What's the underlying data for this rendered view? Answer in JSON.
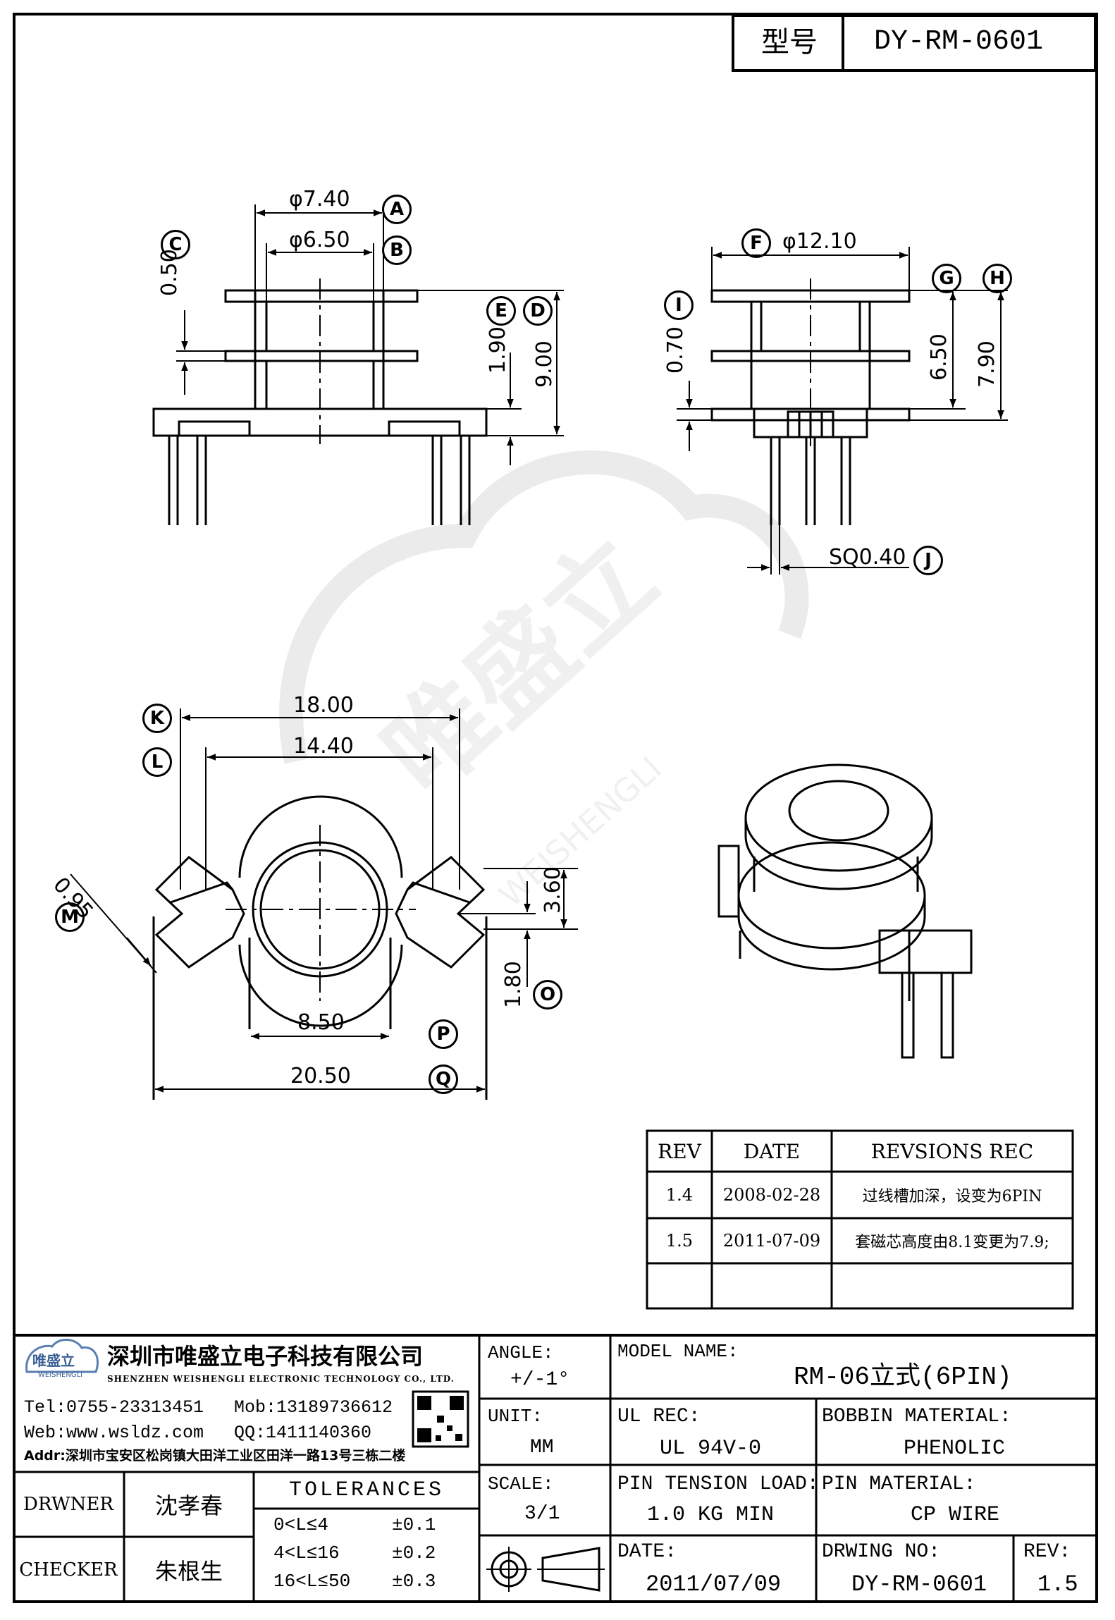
{
  "header": {
    "type_label": "型号",
    "model_number": "DY-RM-0601"
  },
  "drawing": {
    "top_view_dims": {
      "d_a": "φ7.40",
      "d_b": "φ6.50",
      "d_c": "0.50",
      "d_d": "9.00",
      "d_e": "1.90"
    },
    "side_view_dims": {
      "d_f": "φ12.10",
      "d_g": "6.50",
      "d_h": "7.90",
      "d_i": "0.70",
      "d_j": "SQ0.40"
    },
    "bottom_view_dims": {
      "d_k": "18.00",
      "d_l": "14.40",
      "d_m": "0.95",
      "d_o_upper": "3.60",
      "d_o": "1.80",
      "d_p": "8.50",
      "d_q": "20.50"
    },
    "markers": [
      "A",
      "B",
      "C",
      "D",
      "E",
      "F",
      "G",
      "H",
      "I",
      "J",
      "K",
      "L",
      "M",
      "O",
      "P",
      "Q"
    ],
    "watermark_cn": "唯盛立",
    "watermark_en": "WEISHENGLI"
  },
  "revisions": {
    "headers": [
      "REV",
      "DATE",
      "REVSIONS REC"
    ],
    "rows": [
      {
        "rev": "1.4",
        "date": "2008-02-28",
        "rec": "过线槽加深，设变为6PIN"
      },
      {
        "rev": "1.5",
        "date": "2011-07-09",
        "rec": "套磁芯高度由8.1变更为7.9;"
      },
      {
        "rev": "",
        "date": "",
        "rec": ""
      }
    ]
  },
  "company": {
    "logo_text": "唯盛立",
    "logo_sub": "WEISHENGLI",
    "name_cn": "深圳市唯盛立电子科技有限公司",
    "name_en": "SHENZHEN WEISHENGLI ELECTRONIC TECHNOLOGY CO., LTD.",
    "tel": "Tel:0755-23313451",
    "mob": "Mob:13189736612",
    "web": "Web:www.wsldz.com",
    "qq": "QQ:1411140360",
    "addr": "Addr:深圳市宝安区松岗镇大田洋工业区田洋一路13号三栋二楼"
  },
  "title_block": {
    "angle_label": "ANGLE:",
    "angle_value": "+/-1°",
    "model_label": "MODEL NAME:",
    "model_value": "RM-06立式(6PIN)",
    "unit_label": "UNIT:",
    "unit_value": "MM",
    "ul_label": "UL REC:",
    "ul_value": "UL 94V-0",
    "bobbin_label": "BOBBIN MATERIAL:",
    "bobbin_value": "PHENOLIC",
    "scale_label": "SCALE:",
    "scale_value": "3/1",
    "pin_tension_label": "PIN TENSION LOAD:",
    "pin_tension_value": "1.0 KG MIN",
    "pin_material_label": "PIN MATERIAL:",
    "pin_material_value": "CP WIRE",
    "date_label": "DATE:",
    "date_value": "2011/07/09",
    "drwing_label": "DRWING NO:",
    "drwing_value": "DY-RM-0601",
    "rev_label": "REV:",
    "rev_value": "1.5",
    "drawer_label": "DRWNER",
    "drawer_name": "沈孝春",
    "checker_label": "CHECKER",
    "checker_name": "朱根生",
    "tolerances_title": "TOLERANCES",
    "tolerances": [
      {
        "range": "0<L≤4",
        "value": "±0.1"
      },
      {
        "range": "4<L≤16",
        "value": "±0.2"
      },
      {
        "range": "16<L≤50",
        "value": "±0.3"
      }
    ]
  }
}
